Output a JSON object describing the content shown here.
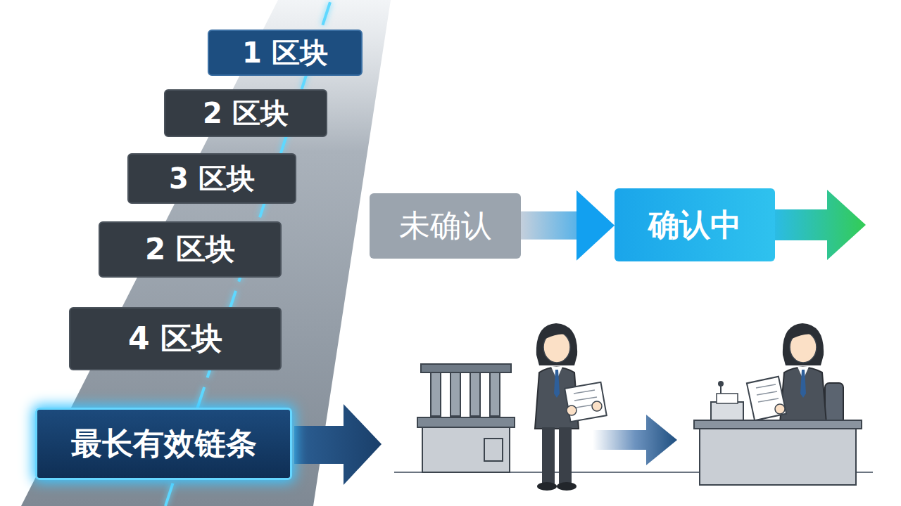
{
  "diagram": {
    "nodes": [
      {
        "text": [
          "1 区块"
        ]
      },
      {
        "text": [
          "2 区块"
        ]
      },
      {
        "text": [
          "3 区块"
        ]
      },
      {
        "text": [
          "2 区块"
        ]
      },
      {
        "text": [
          "4 区块"
        ]
      },
      {
        "text": [
          "最长有效链条"
        ]
      },
      {
        "text": [
          "未确认"
        ]
      },
      {
        "text": [
          "确认中"
        ]
      }
    ],
    "edges": [
      {
        "from": 6,
        "to": 7,
        "arrow": "to"
      }
    ]
  }
}
